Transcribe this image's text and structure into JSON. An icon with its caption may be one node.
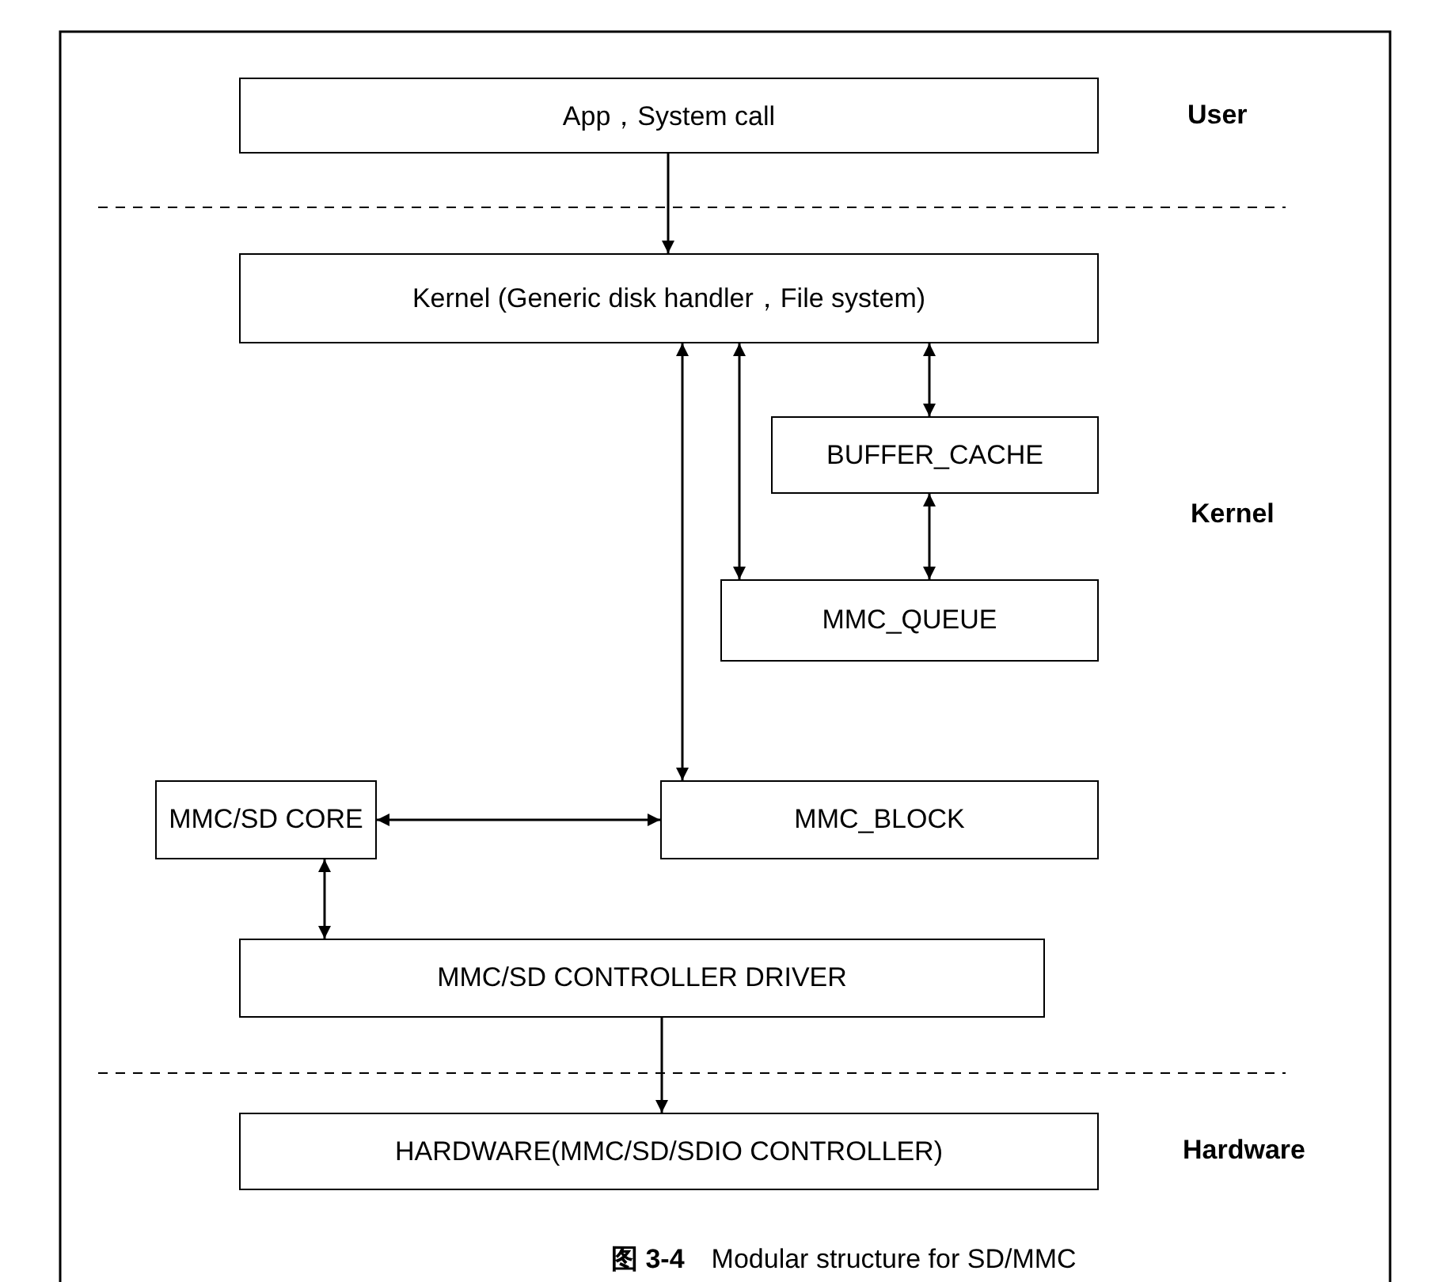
{
  "diagram": {
    "caption": "**图 3-4**　Modular structure for SD/MMC",
    "nodes": [
      {
        "text": [
          "App，System call"
        ]
      },
      {
        "text": [
          "Kernel (Generic disk handler，File system)"
        ]
      },
      {
        "text": [
          "BUFFER_CACHE"
        ]
      },
      {
        "text": [
          "MMC_QUEUE"
        ]
      },
      {
        "text": [
          "MMC/SD CORE"
        ]
      },
      {
        "text": [
          "MMC_BLOCK"
        ]
      },
      {
        "text": [
          "MMC/SD CONTROLLER DRIVER"
        ]
      },
      {
        "text": [
          "HARDWARE(MMC/SD/SDIO CONTROLLER)"
        ]
      }
    ],
    "edges": [
      {
        "from": 0,
        "to": 1,
        "arrow": "to"
      },
      {
        "from": 1,
        "to": 5,
        "arrow": "both"
      },
      {
        "from": 1,
        "to": 3,
        "arrow": "both"
      },
      {
        "from": 1,
        "to": 2,
        "arrow": "both"
      },
      {
        "from": 2,
        "to": 3,
        "arrow": "both"
      },
      {
        "from": 4,
        "to": 5,
        "arrow": "both"
      },
      {
        "from": 4,
        "to": 6,
        "arrow": "both"
      },
      {
        "from": 6,
        "to": 7,
        "arrow": "to"
      }
    ],
    "labels": [
      "User",
      "Kernel",
      "Hardware"
    ]
  }
}
